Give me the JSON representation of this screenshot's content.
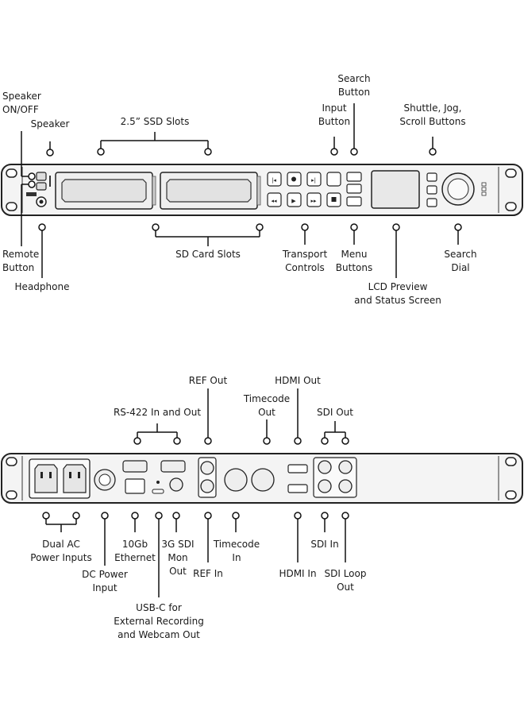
{
  "front_labels": {
    "speaker_on_off": "Speaker\nON/OFF",
    "speaker": "Speaker",
    "ssd_slots": "2.5” SSD Slots",
    "search_button": "Search\nButton",
    "input_button": "Input\nButton",
    "shuttle_jog_scroll": "Shuttle, Jog,\nScroll Buttons",
    "remote_button": "Remote\nButton",
    "headphone": "Headphone",
    "sd_card_slots": "SD Card Slots",
    "transport_controls": "Transport\nControls",
    "menu_buttons": "Menu\nButtons",
    "search_dial": "Search\nDial",
    "lcd_preview": "LCD Preview\nand Status Screen"
  },
  "rear_labels": {
    "ref_out": "REF Out",
    "hdmi_out": "HDMI Out",
    "timecode_out": "Timecode\nOut",
    "rs422": "RS-422 In and Out",
    "sdi_out": "SDI Out",
    "dual_ac": "Dual AC\nPower Inputs",
    "tengb": "10Gb\nEthernet",
    "sdi_mon": "3G SDI\nMon\nOut",
    "timecode_in": "Timecode\nIn",
    "sdi_in": "SDI In",
    "dc_power": "DC Power\nInput",
    "ref_in": "REF In",
    "hdmi_in": "HDMI In",
    "sdi_loop": "SDI Loop\nOut",
    "usbc": "USB-C for\nExternal Recording\nand Webcam Out"
  }
}
